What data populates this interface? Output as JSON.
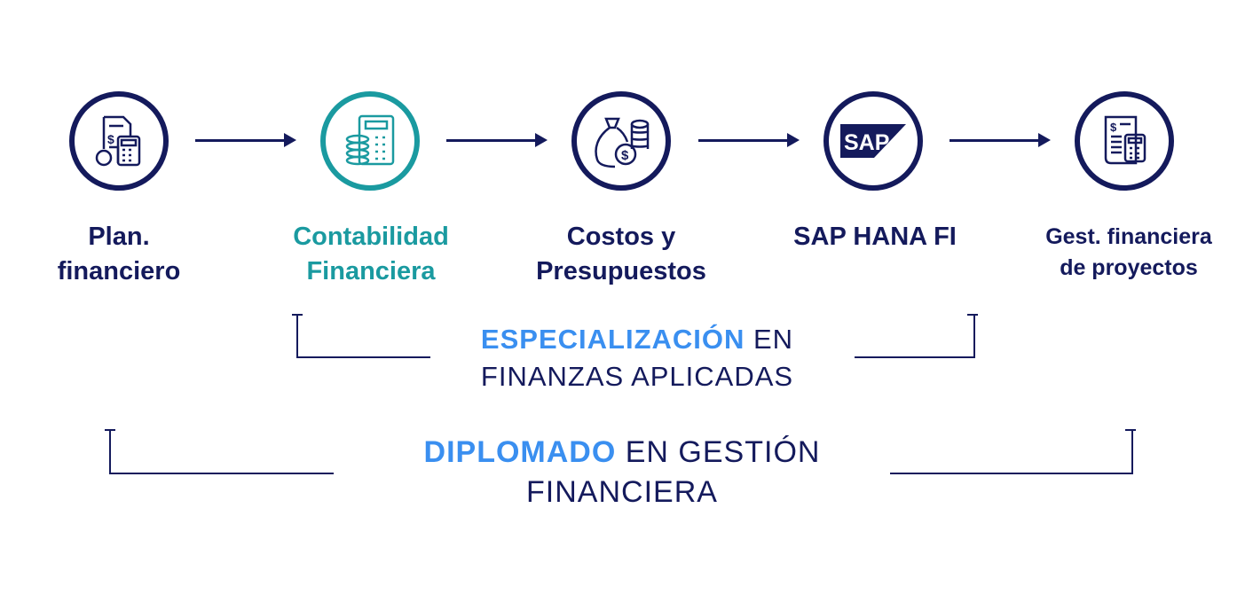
{
  "colors": {
    "navy": "#141a5c",
    "teal": "#1a9aa0",
    "blue": "#3a8ff0"
  },
  "steps": [
    {
      "icon": "financial-plan-calculator-icon",
      "line1": "Plan.",
      "line2": "financiero"
    },
    {
      "icon": "calculator-coins-icon",
      "line1": "Contabilidad",
      "line2": "Financiera"
    },
    {
      "icon": "money-bag-coins-icon",
      "line1": "Costos y",
      "line2": "Presupuestos"
    },
    {
      "icon": "sap-logo-icon",
      "logo_text": "SAP",
      "line1": "SAP HANA FI",
      "line2": ""
    },
    {
      "icon": "invoice-calculator-icon",
      "line1": "Gest. financiera",
      "line2": "de proyectos"
    }
  ],
  "especializacion": {
    "highlight": "ESPECIALIZACIÓN",
    "rest": " EN",
    "line2": "FINANZAS APLICADAS"
  },
  "diplomado": {
    "highlight": "DIPLOMADO",
    "rest": " EN GESTIÓN",
    "line2": "FINANCIERA"
  }
}
